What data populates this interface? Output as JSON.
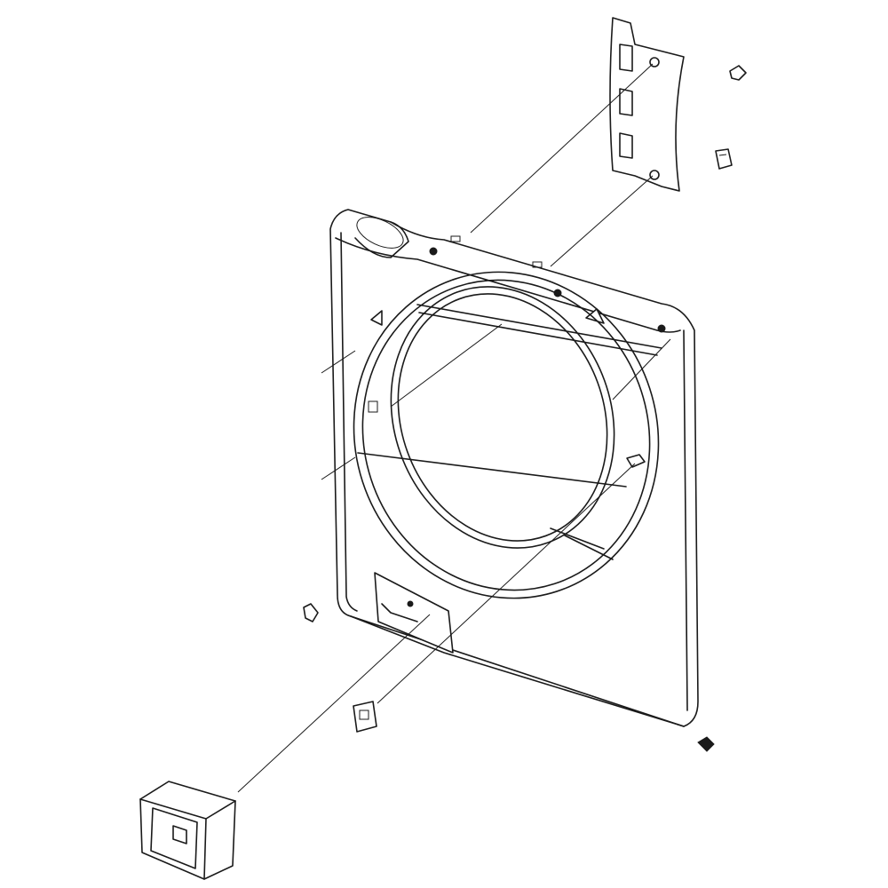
{
  "diagram": {
    "type": "exploded-parts-view",
    "line_color": "#1a1a1a",
    "background": "#ffffff",
    "parts": [
      "front-panel",
      "door-opening-ring",
      "control-bracket",
      "screw-clip-top-right",
      "clip-top-right",
      "clip-left",
      "screw-bottom-right",
      "latch-receptacle",
      "dispenser-housing"
    ]
  }
}
